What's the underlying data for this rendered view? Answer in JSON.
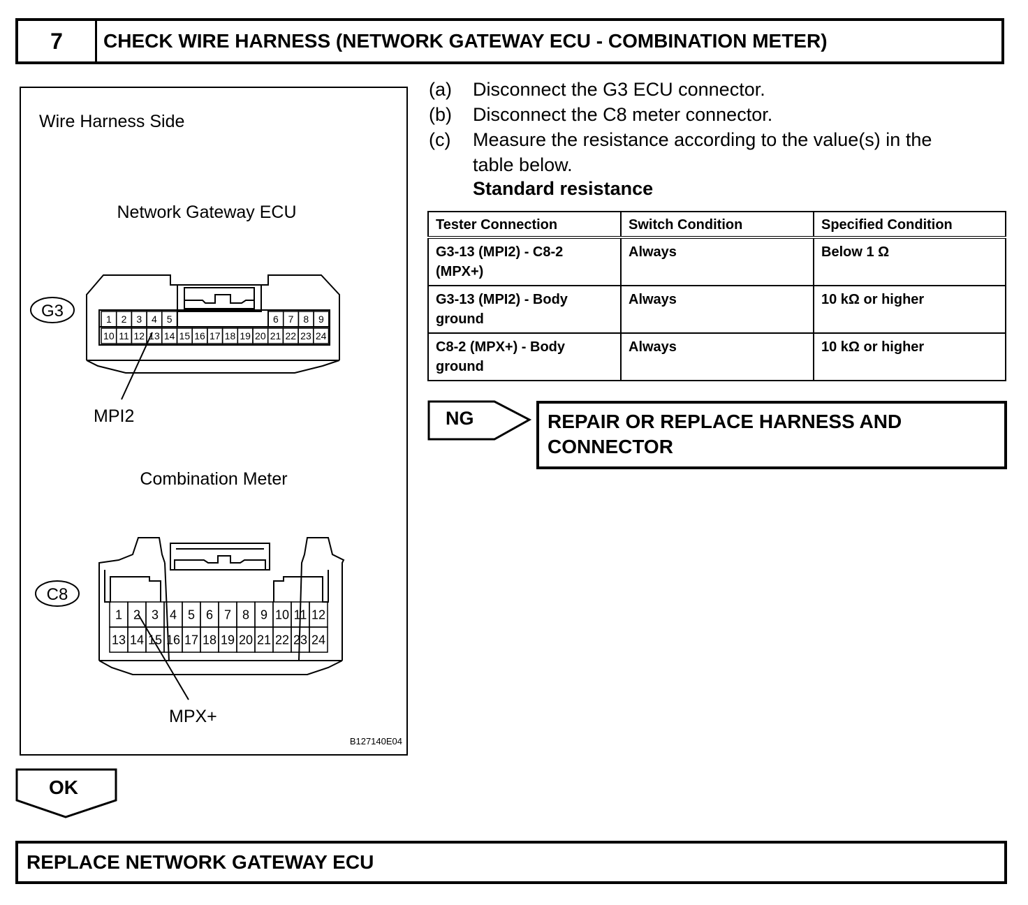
{
  "header": {
    "step_number": "7",
    "title": "CHECK WIRE HARNESS (NETWORK GATEWAY ECU - COMBINATION METER)"
  },
  "diagram": {
    "side_label": "Wire Harness Side",
    "g3": {
      "title": "Network Gateway ECU",
      "code": "G3",
      "top_pins_left": [
        "1",
        "2",
        "3",
        "4",
        "5"
      ],
      "top_pins_right": [
        "6",
        "7",
        "8",
        "9"
      ],
      "bottom_pins": [
        "10",
        "11",
        "12",
        "13",
        "14",
        "15",
        "16",
        "17",
        "18",
        "19",
        "20",
        "21",
        "22",
        "23",
        "24"
      ],
      "pin_label": "MPI2"
    },
    "c8": {
      "title": "Combination Meter",
      "code": "C8",
      "top_pins": [
        "1",
        "2",
        "3",
        "4",
        "5",
        "6",
        "7",
        "8",
        "9",
        "10",
        "11",
        "12"
      ],
      "bottom_pins": [
        "13",
        "14",
        "15",
        "16",
        "17",
        "18",
        "19",
        "20",
        "21",
        "22",
        "23",
        "24"
      ],
      "pin_label": "MPX+"
    },
    "figure_id": "B127140E04"
  },
  "instructions": [
    {
      "letter": "(a)",
      "lines": [
        "Disconnect the G3 ECU connector."
      ]
    },
    {
      "letter": "(b)",
      "lines": [
        "Disconnect the C8 meter connector."
      ]
    },
    {
      "letter": "(c)",
      "lines": [
        "Measure the resistance according to the value(s) in the",
        "table below."
      ]
    }
  ],
  "standard_label": "Standard resistance",
  "table": {
    "headers": [
      "Tester Connection",
      "Switch Condition",
      "Specified Condition"
    ],
    "rows": [
      [
        "G3-13 (MPI2) - C8-2 (MPX+)",
        "Always",
        "Below 1 Ω"
      ],
      [
        "G3-13 (MPI2) - Body ground",
        "Always",
        "10 kΩ or higher"
      ],
      [
        "C8-2 (MPX+) - Body ground",
        "Always",
        "10 kΩ or higher"
      ]
    ]
  },
  "ng": {
    "label": "NG",
    "action": "REPAIR OR REPLACE HARNESS AND CONNECTOR"
  },
  "ok": {
    "label": "OK"
  },
  "final_action": "REPLACE NETWORK GATEWAY ECU"
}
